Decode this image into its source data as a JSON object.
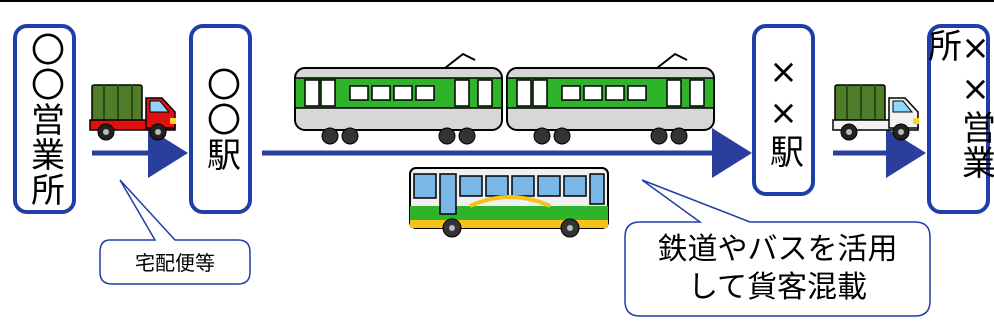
{
  "nodes": {
    "origin_office": "〇〇営業所",
    "origin_station": "〇〇駅",
    "dest_station": "××駅",
    "dest_office": "××営業所"
  },
  "callouts": {
    "delivery": "宅配便等",
    "mixed_line1": "鉄道やバスを活用",
    "mixed_line2": "して貨客混載"
  },
  "colors": {
    "box_border": "#1f3fa8",
    "arrow": "#2a3f9d",
    "train_green": "#2fb32a",
    "truck_red": "#e01010",
    "cargo_green": "#4f7d2a",
    "bus_yellow": "#f5c21a"
  },
  "icons": [
    "truck-icon",
    "train-icon",
    "bus-icon"
  ]
}
